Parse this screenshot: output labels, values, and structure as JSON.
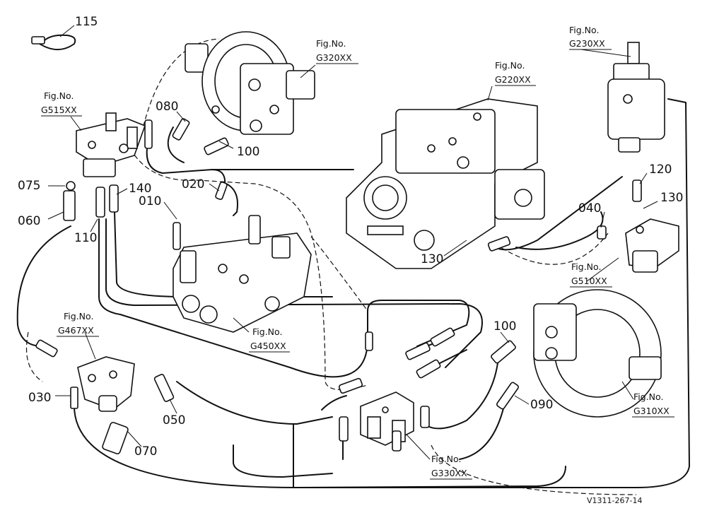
{
  "part_numbers": [
    "115",
    "080",
    "100",
    "020",
    "010",
    "075",
    "140",
    "060",
    "110",
    "120",
    "130",
    "040",
    "030",
    "050",
    "070",
    "090"
  ],
  "fig_label": "Fig.No.",
  "figs": [
    "G320XX",
    "G230XX",
    "G220XX",
    "G515XX",
    "G450XX",
    "G510XX",
    "G467XX",
    "G310XX",
    "G330XX"
  ],
  "diagram_code": "V1311-267-14"
}
